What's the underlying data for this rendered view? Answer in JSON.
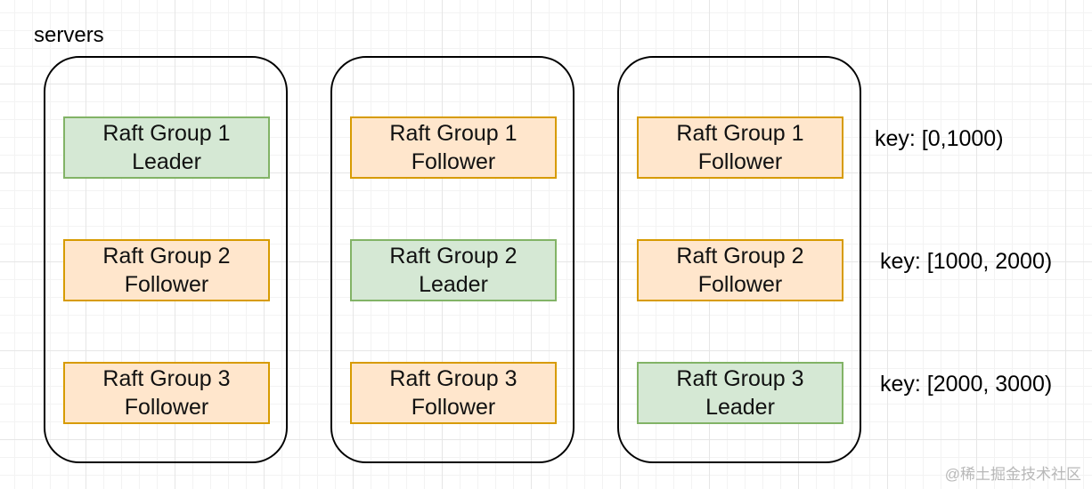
{
  "title": "servers",
  "servers": [
    {
      "groups": [
        {
          "name": "Raft Group 1",
          "role": "Leader"
        },
        {
          "name": "Raft Group 2",
          "role": "Follower"
        },
        {
          "name": "Raft Group 3",
          "role": "Follower"
        }
      ]
    },
    {
      "groups": [
        {
          "name": "Raft Group 1",
          "role": "Follower"
        },
        {
          "name": "Raft Group 2",
          "role": "Leader"
        },
        {
          "name": "Raft Group 3",
          "role": "Follower"
        }
      ]
    },
    {
      "groups": [
        {
          "name": "Raft Group 1",
          "role": "Follower"
        },
        {
          "name": "Raft Group 2",
          "role": "Follower"
        },
        {
          "name": "Raft Group 3",
          "role": "Leader"
        }
      ]
    }
  ],
  "key_ranges": [
    "key: [0,1000)",
    "key: [1000, 2000)",
    "key: [2000, 3000)"
  ],
  "colors": {
    "leader_fill": "#d5e8d4",
    "leader_stroke": "#82b366",
    "follower_fill": "#ffe6cc",
    "follower_stroke": "#d79b00"
  },
  "watermark": "@稀土掘金技术社区"
}
